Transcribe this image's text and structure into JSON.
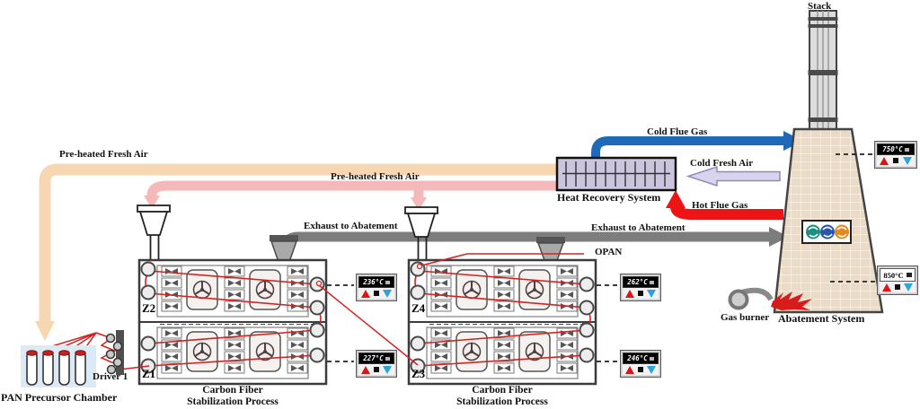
{
  "labels": {
    "preheated_fresh_air": "Pre-heated Fresh Air",
    "cold_flue_gas": "Cold Flue Gas",
    "cold_fresh_air": "Cold Fresh Air",
    "hot_flue_gas": "Hot Flue Gas",
    "heat_recovery_system": "Heat Recovery System",
    "exhaust_to_abatement": "Exhaust to Abatement",
    "opan": "OPAN",
    "stack": "Stack",
    "gas_burner": "Gas burner",
    "abatement_system": "Abatement System",
    "pan_precursor_chamber": "PAN Precursor Chamber",
    "driver_1": "Driver 1"
  },
  "ovens": {
    "left": {
      "zone_top": "Z2",
      "zone_bottom": "Z1",
      "caption_line1": "Carbon Fiber",
      "caption_line2": "Stabilization Process"
    },
    "right": {
      "zone_top": "Z4",
      "zone_bottom": "Z3",
      "caption_line1": "Carbon Fiber",
      "caption_line2": "Stabilization Process"
    }
  },
  "temperature_displays": {
    "z2": {
      "value": "236°C"
    },
    "z1": {
      "value": "227°C"
    },
    "z4": {
      "value": "262°C"
    },
    "z3": {
      "value": "246°C"
    },
    "abatement_inlet": {
      "value": "750°C"
    },
    "abatement_chamber": {
      "value": "850°C"
    }
  },
  "colors": {
    "preheated_air_pipe": "#f6d7b2",
    "preheated_air_hot_pipe": "#f6b9ba",
    "cold_flue_gas_pipe": "#1f6ab8",
    "cold_fresh_air_arrow": "#d8d4ee",
    "hot_flue_gas_pipe": "#ec1414",
    "exhaust_pipe": "#7d7d7d",
    "fiber_path": "#d42222",
    "heat_recovery_fill": "#cbc5de",
    "abatement_fill": "#eadbc8"
  }
}
